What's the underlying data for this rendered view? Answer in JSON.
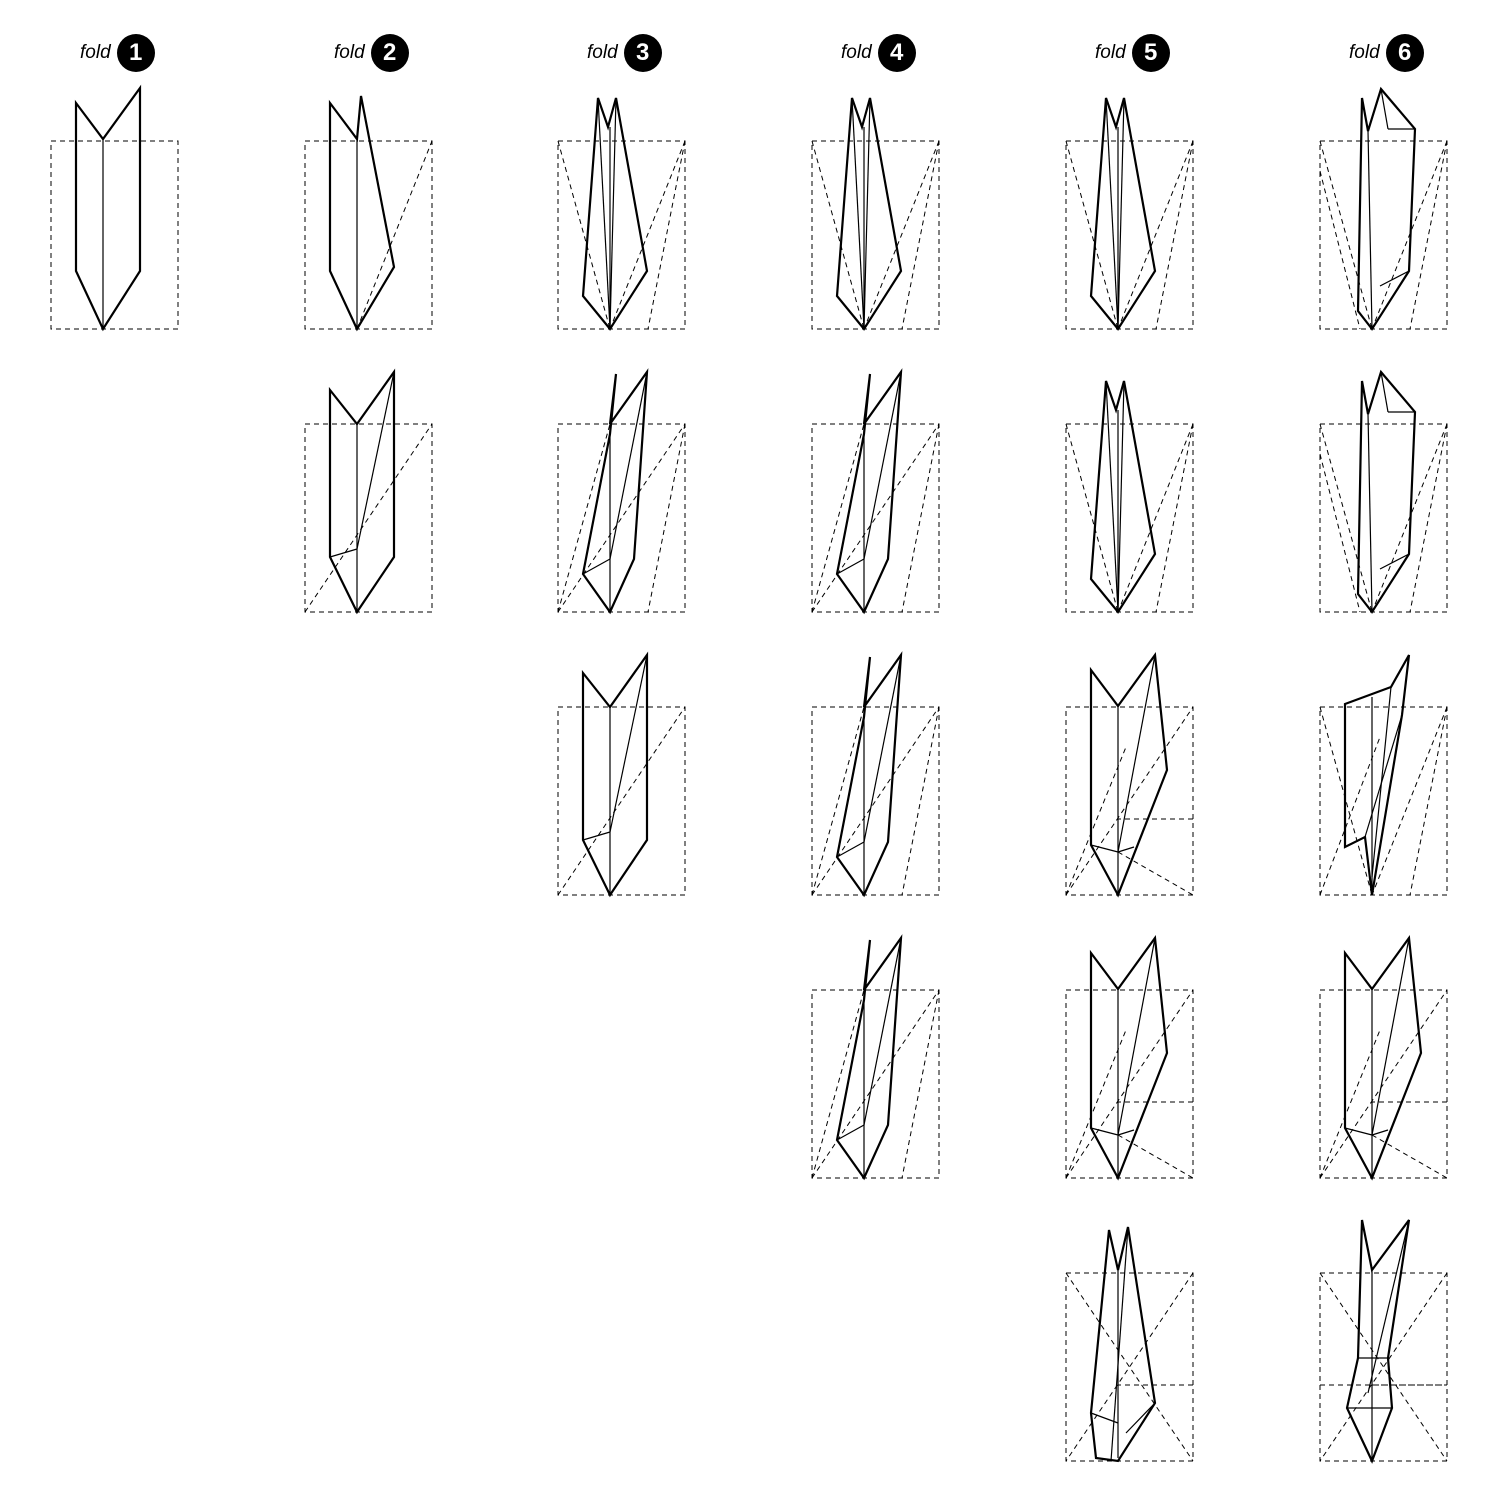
{
  "diagram": {
    "header_word": "fold",
    "folds": [
      {
        "number": "1",
        "variants": 1
      },
      {
        "number": "2",
        "variants": 2
      },
      {
        "number": "3",
        "variants": 3
      },
      {
        "number": "4",
        "variants": 4
      },
      {
        "number": "5",
        "variants": 5
      },
      {
        "number": "6",
        "variants": 5
      }
    ],
    "colors": {
      "line": "#000000",
      "background": "#ffffff"
    }
  }
}
